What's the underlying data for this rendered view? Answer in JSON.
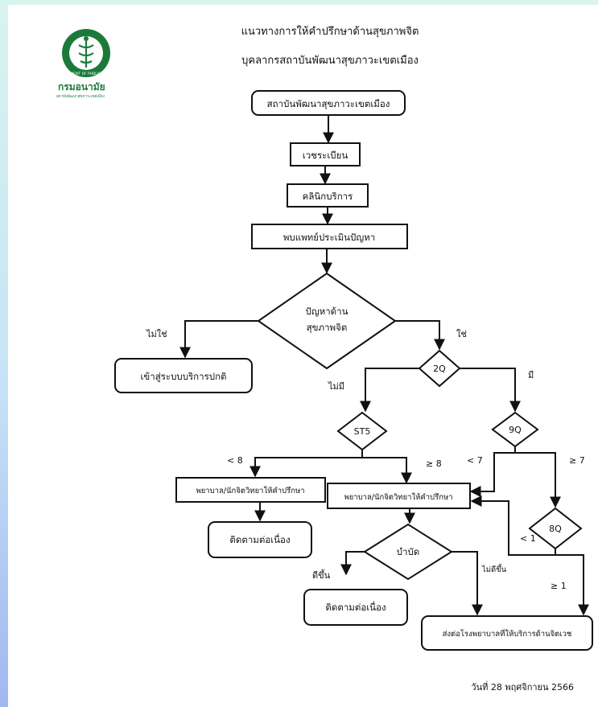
{
  "header": {
    "title_line1": "แนวทางการให้คำปรึกษาด้านสุขภาพจิต",
    "title_line2": "บุคลากรสถาบันพัฒนาสุขภาวะเขตเมือง"
  },
  "logo": {
    "name": "กรมอนามัย",
    "subtitle": "สถาบันพัฒนาสุขภาวะเขตเมือง",
    "seal_text": "DEPARTMENT OF PUBLIC HEALTH",
    "color": "#1b7a3a"
  },
  "flow": {
    "start": "สถาบันพัฒนาสุขภาวะเขตเมือง",
    "registration": "เวชระเบียน",
    "clinic": "คลินิกบริการ",
    "doctor_assess": "พบแพทย์ประเมินปัญหา",
    "decision_line1": "ปัญหาด้าน",
    "decision_line2": "สุขภาพจิต",
    "label_no": "ไม่ใช่",
    "label_yes": "ใช่",
    "normal_service": "เข้าสู่ระบบบริการปกติ",
    "q2": "2Q",
    "label_none": "ไม่มี",
    "label_have": "มี",
    "st5": "ST5",
    "q9": "9Q",
    "label_lt8": "< 8",
    "label_ge8": "≥ 8",
    "label_lt7": "< 7",
    "label_ge7": "≥ 7",
    "counsel_left": "พยาบาล/นักจิตวิทยาให้คำปรึกษา",
    "counsel_center": "พยาบาล/นักจิตวิทยาให้คำปรึกษา",
    "q8": "8Q",
    "label_lt1": "< 1",
    "label_ge1": "≥ 1",
    "follow_up_left": "ติดตามต่อเนื่อง",
    "therapy": "บำบัด",
    "label_better": "ดีขึ้น",
    "label_not_better": "ไม่ดีขึ้น",
    "follow_up_center": "ติดตามต่อเนื่อง",
    "refer": "ส่งต่อโรงพยาบาลที่ให้บริการด้านจิตเวช"
  },
  "footer": {
    "date": "วันที่ 28 พฤศจิกายน 2566"
  }
}
